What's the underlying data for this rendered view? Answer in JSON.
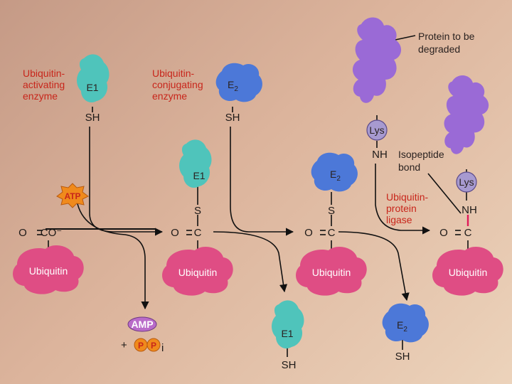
{
  "labels": {
    "ubiquitin_activating_enzyme": [
      "Ubiquitin-",
      "activating",
      "enzyme"
    ],
    "ubiquitin_conjugating_enzyme": [
      "Ubiquitin-",
      "conjugating",
      "enzyme"
    ],
    "ubiquitin_protein_ligase": [
      "Ubiquitin-",
      "protein",
      "ligase"
    ],
    "protein_to_be_degraded": [
      "Protein to be",
      "degraded"
    ],
    "isopeptide_bond": [
      "Isopeptide",
      "bond"
    ]
  },
  "enzymes": {
    "e1": "E1",
    "e2_main": "E",
    "e2_sub": "2"
  },
  "chemistry": {
    "sh": "SH",
    "s": "S",
    "o": "O",
    "c": "C",
    "co_minus": "CO⁻",
    "nh": "NH",
    "lys": "Lys",
    "ubiquitin": "Ubiquitin",
    "atp": "ATP",
    "amp": "AMP",
    "plus": "+",
    "p": "P",
    "i_sub": "i"
  },
  "colors": {
    "e1": "#4fc4bb",
    "e2": "#4c78d8",
    "ubiquitin": "#df4d84",
    "protein": "#9a6ad6",
    "label_red": "#c8261b",
    "atp": "#f08a1c",
    "amp": "#b96bc9",
    "lys": "#a79ad0"
  }
}
